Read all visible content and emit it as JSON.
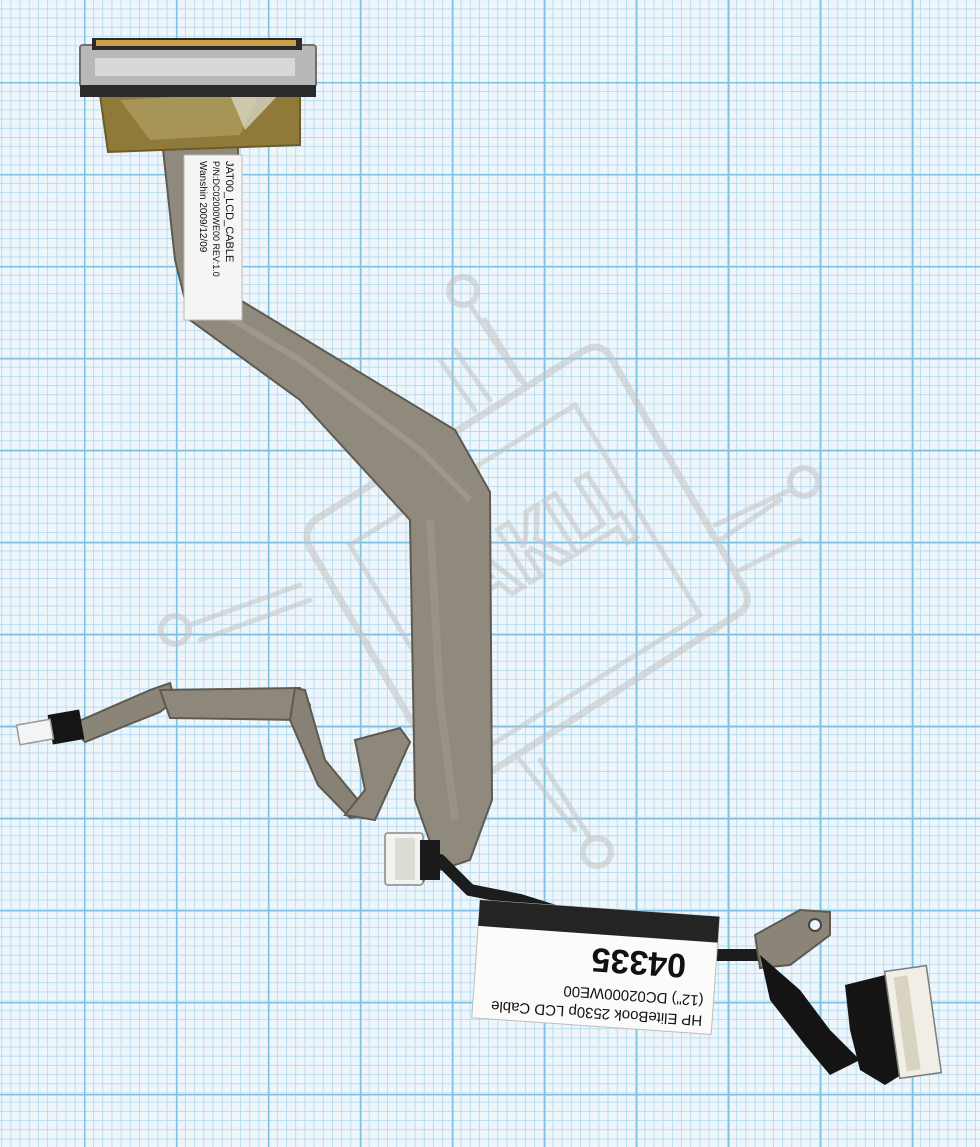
{
  "photo": {
    "subject": "laptop-lcd-cable",
    "background": "graph-paper",
    "colors": {
      "paper": "#eef6fb",
      "grid_major": "#7fc1e0",
      "grid_minor": "#b9dcee",
      "cable": "#8a8578",
      "cable_edge": "#5e5a50",
      "foil_tape": "#8f7a3a",
      "connector_metal": "#b8b8b8",
      "black_wire": "#1c1c1c",
      "watermark": "#c9c9c9"
    }
  },
  "top_label": {
    "line1": "JAT00_LCD_CABLE",
    "line2": "P/N:DC02000WE00   REV:1.0",
    "line3": "Wanshin   2009/12/09"
  },
  "bottom_label": {
    "line1": "HP EliteBook 2530p LCD Cable",
    "line2": "(12\") DC02000WE00",
    "code": "04335"
  },
  "watermark": {
    "text": "АКЦ"
  }
}
